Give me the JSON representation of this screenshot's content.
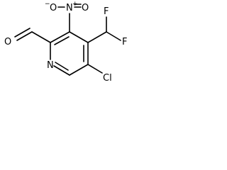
{
  "molecule": {
    "labels": {
      "aldehyde_oxygen": "O",
      "nitro_oxygen_minus": "O",
      "nitro_oxygen_minus_charge": "−",
      "nitro_nitrogen": "N",
      "nitro_nitrogen_charge": "+",
      "nitro_oxygen": "O",
      "fluorine_top": "F",
      "fluorine_right": "F",
      "ring_nitrogen": "N",
      "chlorine": "Cl"
    }
  }
}
